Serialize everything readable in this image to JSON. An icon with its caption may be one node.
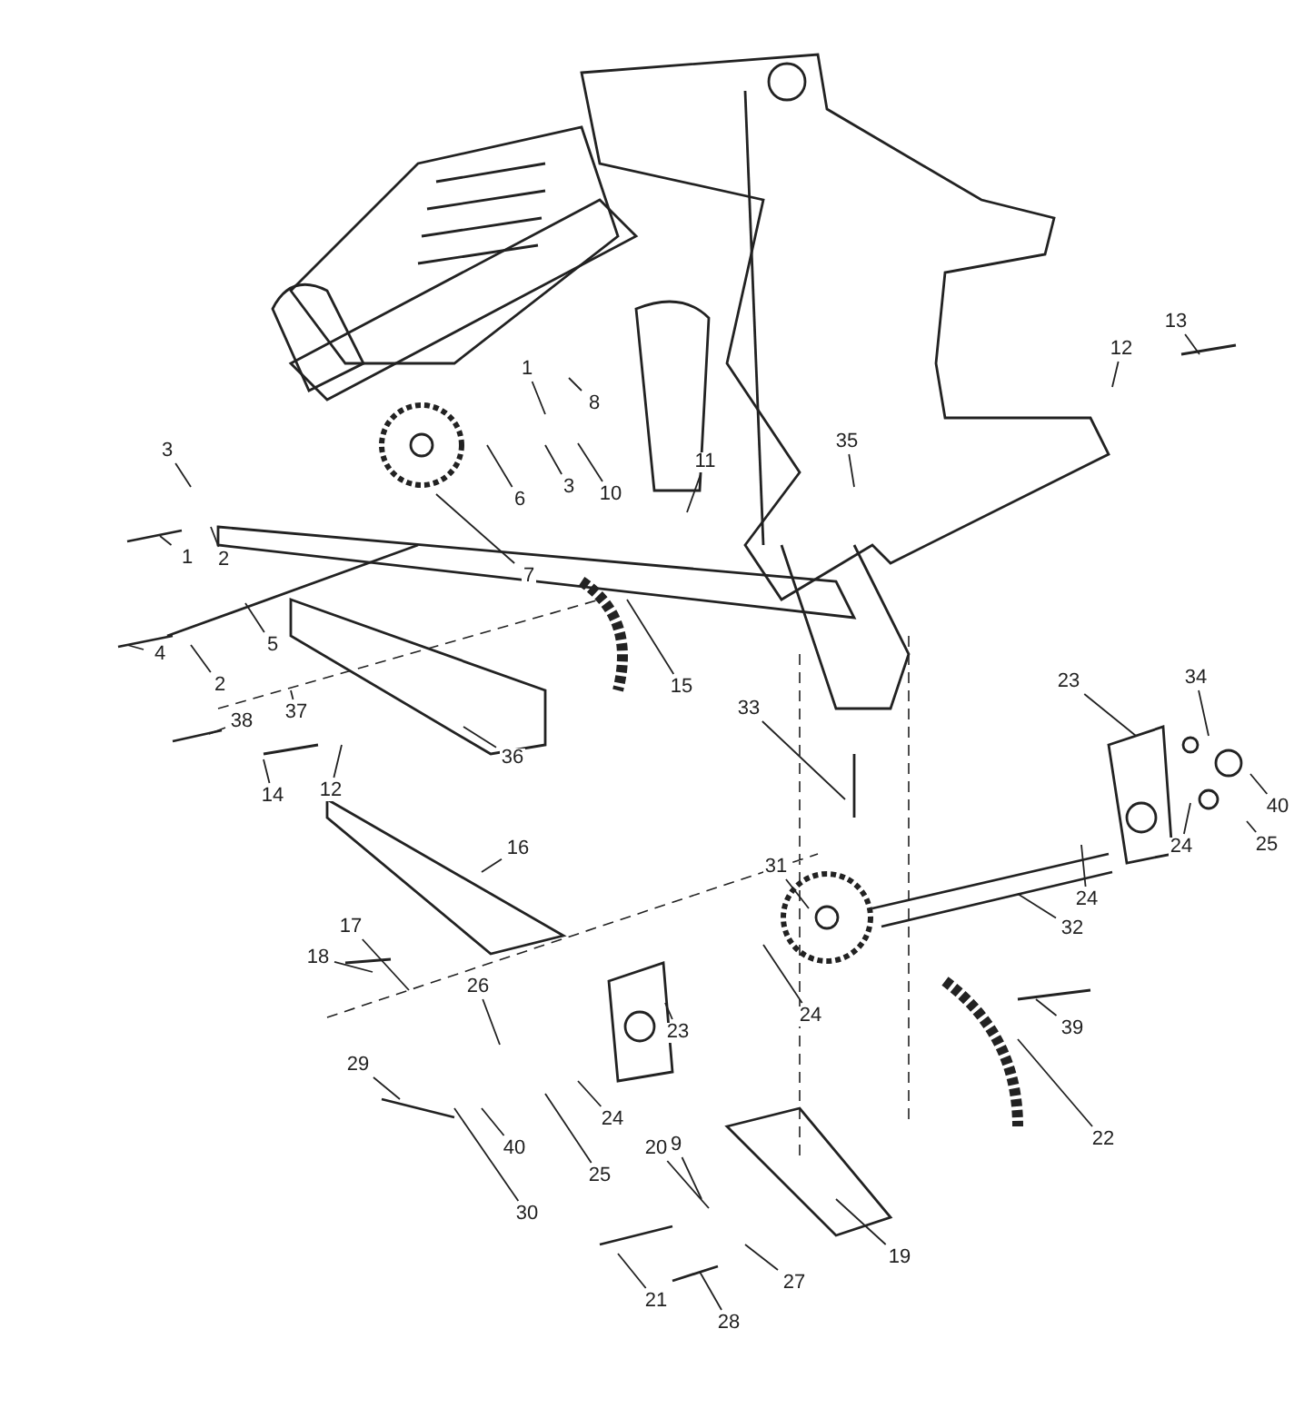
{
  "diagram": {
    "nodes": [
      {
        "text": [
          "13"
        ]
      },
      {
        "text": [
          "12"
        ]
      },
      {
        "text": [
          "1"
        ]
      },
      {
        "text": [
          "8"
        ]
      },
      {
        "text": [
          "35"
        ]
      },
      {
        "text": [
          "3"
        ]
      },
      {
        "text": [
          "11"
        ]
      },
      {
        "text": [
          "3"
        ]
      },
      {
        "text": [
          "10"
        ]
      },
      {
        "text": [
          "6"
        ]
      },
      {
        "text": [
          "1"
        ]
      },
      {
        "text": [
          "2"
        ]
      },
      {
        "text": [
          "7"
        ]
      },
      {
        "text": [
          "5"
        ]
      },
      {
        "text": [
          "4"
        ]
      },
      {
        "text": [
          "34"
        ]
      },
      {
        "text": [
          "23"
        ]
      },
      {
        "text": [
          "2"
        ]
      },
      {
        "text": [
          "15"
        ]
      },
      {
        "text": [
          "33"
        ]
      },
      {
        "text": [
          "37"
        ]
      },
      {
        "text": [
          "38"
        ]
      },
      {
        "text": [
          "36"
        ]
      },
      {
        "text": [
          "12"
        ]
      },
      {
        "text": [
          "14"
        ]
      },
      {
        "text": [
          "40"
        ]
      },
      {
        "text": [
          "24"
        ]
      },
      {
        "text": [
          "25"
        ]
      },
      {
        "text": [
          "16"
        ]
      },
      {
        "text": [
          "31"
        ]
      },
      {
        "text": [
          "24"
        ]
      },
      {
        "text": [
          "17"
        ]
      },
      {
        "text": [
          "32"
        ]
      },
      {
        "text": [
          "18"
        ]
      },
      {
        "text": [
          "26"
        ]
      },
      {
        "text": [
          "24"
        ]
      },
      {
        "text": [
          "39"
        ]
      },
      {
        "text": [
          "23"
        ]
      },
      {
        "text": [
          "29"
        ]
      },
      {
        "text": [
          "24"
        ]
      },
      {
        "text": [
          "22"
        ]
      },
      {
        "text": [
          "9"
        ]
      },
      {
        "text": [
          "20"
        ]
      },
      {
        "text": [
          "40"
        ]
      },
      {
        "text": [
          "25"
        ]
      },
      {
        "text": [
          "30"
        ]
      },
      {
        "text": [
          "19"
        ]
      },
      {
        "text": [
          "27"
        ]
      },
      {
        "text": [
          "21"
        ]
      },
      {
        "text": [
          "28"
        ]
      }
    ],
    "edges": [
      {
        "from": 0,
        "to": null,
        "arrow": "none"
      },
      {
        "from": 1,
        "to": null,
        "arrow": "none"
      },
      {
        "from": 2,
        "to": null,
        "arrow": "none"
      },
      {
        "from": 3,
        "to": null,
        "arrow": "none"
      },
      {
        "from": 4,
        "to": null,
        "arrow": "none"
      },
      {
        "from": 5,
        "to": null,
        "arrow": "none"
      },
      {
        "from": 6,
        "to": null,
        "arrow": "none"
      },
      {
        "from": 7,
        "to": null,
        "arrow": "none"
      },
      {
        "from": 8,
        "to": null,
        "arrow": "none"
      },
      {
        "from": 9,
        "to": null,
        "arrow": "none"
      },
      {
        "from": 10,
        "to": null,
        "arrow": "none"
      },
      {
        "from": 11,
        "to": null,
        "arrow": "none"
      },
      {
        "from": 12,
        "to": null,
        "arrow": "none"
      },
      {
        "from": 13,
        "to": null,
        "arrow": "none"
      },
      {
        "from": 14,
        "to": null,
        "arrow": "none"
      },
      {
        "from": 15,
        "to": null,
        "arrow": "none"
      },
      {
        "from": 16,
        "to": null,
        "arrow": "none"
      },
      {
        "from": 17,
        "to": null,
        "arrow": "none"
      },
      {
        "from": 18,
        "to": null,
        "arrow": "none"
      },
      {
        "from": 19,
        "to": null,
        "arrow": "none"
      },
      {
        "from": 20,
        "to": null,
        "arrow": "none"
      },
      {
        "from": 21,
        "to": null,
        "arrow": "none"
      },
      {
        "from": 22,
        "to": null,
        "arrow": "none"
      },
      {
        "from": 23,
        "to": null,
        "arrow": "none"
      },
      {
        "from": 24,
        "to": null,
        "arrow": "none"
      },
      {
        "from": 25,
        "to": null,
        "arrow": "none"
      },
      {
        "from": 26,
        "to": null,
        "arrow": "none"
      },
      {
        "from": 27,
        "to": null,
        "arrow": "none"
      },
      {
        "from": 28,
        "to": null,
        "arrow": "none"
      },
      {
        "from": 29,
        "to": null,
        "arrow": "none"
      },
      {
        "from": 30,
        "to": null,
        "arrow": "none"
      },
      {
        "from": 31,
        "to": null,
        "arrow": "none"
      },
      {
        "from": 32,
        "to": null,
        "arrow": "none"
      },
      {
        "from": 33,
        "to": null,
        "arrow": "none"
      },
      {
        "from": 34,
        "to": null,
        "arrow": "none"
      },
      {
        "from": 35,
        "to": null,
        "arrow": "none"
      },
      {
        "from": 36,
        "to": null,
        "arrow": "none"
      },
      {
        "from": 37,
        "to": null,
        "arrow": "none"
      },
      {
        "from": 38,
        "to": null,
        "arrow": "none"
      },
      {
        "from": 39,
        "to": null,
        "arrow": "none"
      },
      {
        "from": 40,
        "to": null,
        "arrow": "none"
      },
      {
        "from": 41,
        "to": null,
        "arrow": "none"
      },
      {
        "from": 42,
        "to": null,
        "arrow": "none"
      },
      {
        "from": 43,
        "to": null,
        "arrow": "none"
      },
      {
        "from": 44,
        "to": null,
        "arrow": "none"
      },
      {
        "from": 45,
        "to": null,
        "arrow": "none"
      },
      {
        "from": 46,
        "to": null,
        "arrow": "none"
      },
      {
        "from": 47,
        "to": null,
        "arrow": "none"
      },
      {
        "from": 48,
        "to": null,
        "arrow": "none"
      },
      {
        "from": 49,
        "to": null,
        "arrow": "none"
      }
    ]
  }
}
